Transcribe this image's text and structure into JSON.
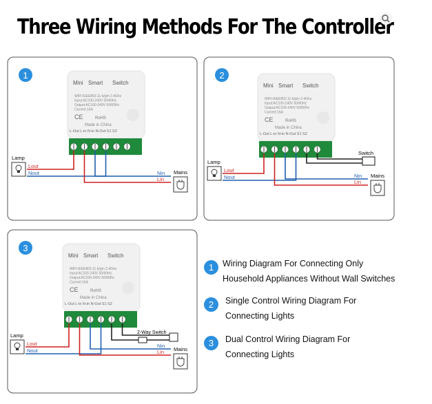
{
  "title": "Three Wiring Methods For The Controller",
  "device": {
    "name": [
      "Mini",
      "Smart",
      "Switch"
    ],
    "spec_lines": [
      "WIFI:IEEE802.11 b/g/n 2.4Ghz",
      "Input:AC100-240V 50/60Hz",
      "Output:AC100-240V 50/60Hz",
      "Current:16A"
    ],
    "ce": "CE",
    "rohs": "RoHS",
    "made_in": "Made in China",
    "terminals": "L-Out L-in N-in N-Out  S1   S2"
  },
  "labels": {
    "lamp": "Lamp",
    "lout": "Lout",
    "nout": "Nout",
    "nin": "Nin",
    "lin": "Lin",
    "mains": "Mains",
    "switch": "Switch",
    "two_way_switch": "2-Way Switch"
  },
  "panels": [
    {
      "number": "1"
    },
    {
      "number": "2"
    },
    {
      "number": "3"
    }
  ],
  "legend": [
    {
      "number": "1",
      "lines": [
        "Wiring Diagram For Connecting Only",
        "Household Appliances Without Wall Switches"
      ]
    },
    {
      "number": "2",
      "lines": [
        "Single Control Wiring Diagram For",
        "Connecting Lights"
      ]
    },
    {
      "number": "3",
      "lines": [
        "Dual Control Wiring Diagram For",
        "Connecting Lights"
      ]
    }
  ],
  "colors": {
    "live": "#cf1f1f",
    "neutral": "#1f5fae",
    "badge": "#2b8fde",
    "terminal_block": "#1f8a3b"
  }
}
